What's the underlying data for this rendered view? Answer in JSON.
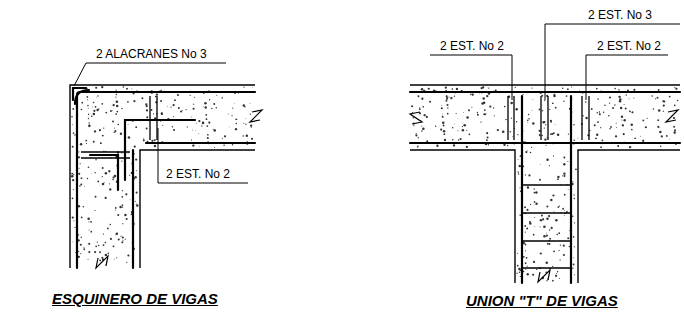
{
  "diagram": {
    "labels": [
      "2 ALACRANES No 3",
      "2 EST. No 2",
      "ESQUINERO DE VIGAS",
      "2 EST. No 2",
      "2 EST. No 3",
      "2 EST. No 2",
      "UNION \"T\" DE VIGAS"
    ]
  }
}
